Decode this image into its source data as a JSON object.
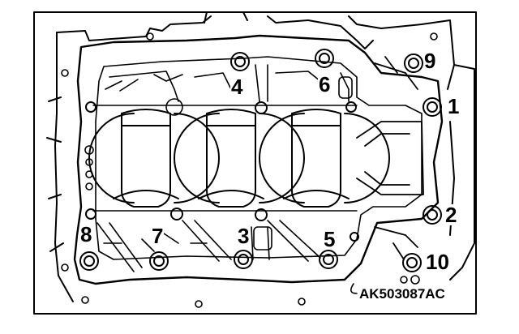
{
  "figure": {
    "reference_code": "AK503087AC",
    "bolts": [
      {
        "id": "1",
        "label": "1"
      },
      {
        "id": "2",
        "label": "2"
      },
      {
        "id": "3",
        "label": "3"
      },
      {
        "id": "4",
        "label": "4"
      },
      {
        "id": "5",
        "label": "5"
      },
      {
        "id": "6",
        "label": "6"
      },
      {
        "id": "7",
        "label": "7"
      },
      {
        "id": "8",
        "label": "8"
      },
      {
        "id": "9",
        "label": "9"
      },
      {
        "id": "10",
        "label": "10"
      }
    ],
    "colors": {
      "line": "#000000",
      "background": "#ffffff"
    }
  }
}
